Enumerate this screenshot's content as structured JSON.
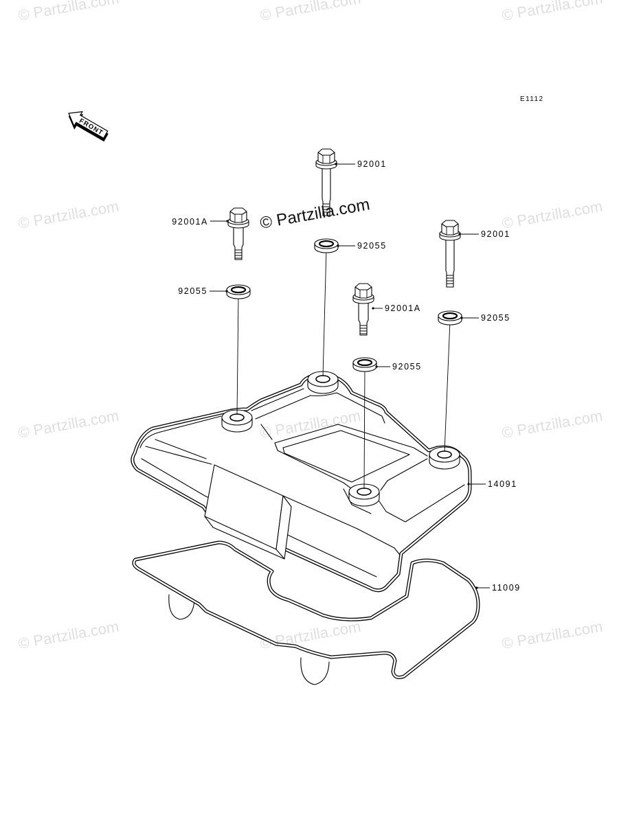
{
  "diagram": {
    "code": "E1112",
    "front_label": "FRONT",
    "watermark": "© Partzilla.com"
  },
  "callouts": {
    "bolt_top": "92001",
    "bolt_left": "92001A",
    "washer_top": "92055",
    "bolt_right": "92001",
    "washer_left": "92055",
    "bolt_middle": "92001A",
    "washer_right": "92055",
    "washer_middle": "92055",
    "cover": "14091",
    "gasket": "11009"
  }
}
